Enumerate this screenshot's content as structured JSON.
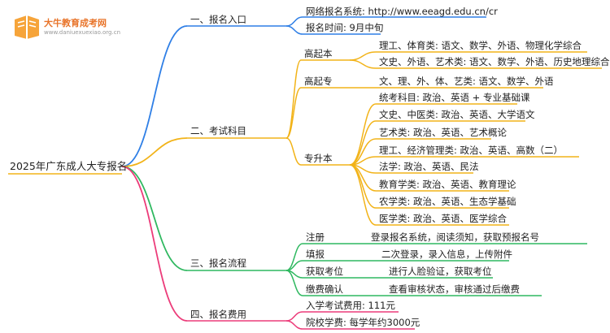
{
  "logo": {
    "name": "大牛教育成考网",
    "url": "www.daniuexuexiao.org.cn"
  },
  "root": "2025年广东成人大专报名",
  "colors": {
    "entry": "#2f7fe6",
    "subjects": "#f2b318",
    "process": "#2fb860",
    "fees": "#ec3c7a"
  },
  "branches": {
    "entry": {
      "label": "一、报名入口",
      "items": [
        "网络报名系统: http://www.eeagd.edu.cn/cr",
        "报名时间: 9月中旬"
      ]
    },
    "subjects": {
      "label": "二、考试科目",
      "gaoqiben": {
        "label": "高起本",
        "items": [
          "理工、体育类: 语文、数学、外语、物理化学综合",
          "文史、外语、艺术类: 语文、数学、外语、历史地理综合"
        ]
      },
      "gaoqizhuan": {
        "label": "高起专",
        "items": [
          "文、理、外、体、艺类: 语文、数学、外语"
        ]
      },
      "zhuanshengben": {
        "label": "专升本",
        "items": [
          "统考科目: 政治、英语 + 专业基础课",
          "文史、中医类: 政治、英语、大学语文",
          "艺术类: 政治、英语、艺术概论",
          "理工、经济管理类: 政治、英语、高数（二）",
          "法学: 政治、英语、民法",
          "教育学类: 政治、英语、教育理论",
          "农学类: 政治、英语、生态学基础",
          "医学类: 政治、英语、医学综合"
        ]
      }
    },
    "process": {
      "label": "三、报名流程",
      "steps": [
        {
          "name": "注册",
          "desc": "登录报名系统，阅读须知，获取预报名号"
        },
        {
          "name": "填报",
          "desc": "二次登录，录入信息，上传附件"
        },
        {
          "name": "获取考位",
          "desc": "进行人脸验证，获取考位"
        },
        {
          "name": "缴费确认",
          "desc": "查看审核状态，审核通过后缴费"
        }
      ]
    },
    "fees": {
      "label": "四、报名费用",
      "items": [
        "入学考试费用: 111元",
        "院校学费: 每学年约3000元"
      ]
    }
  }
}
